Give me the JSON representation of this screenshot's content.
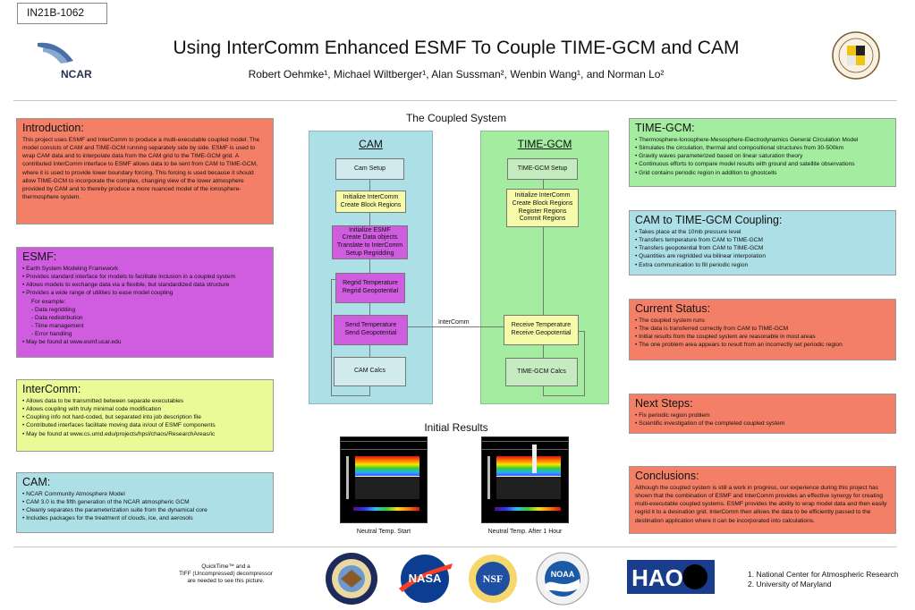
{
  "header": {
    "poster_id": "IN21B-1062",
    "ncar_logo_text": "NCAR",
    "title": "Using InterComm Enhanced ESMF To Couple TIME-GCM and CAM",
    "authors": "Robert Oehmke¹, Michael Wiltberger¹, Alan Sussman², Wenbin Wang¹, and  Norman Lo²"
  },
  "colors": {
    "salmon": "#f47f67",
    "magenta": "#d05ce0",
    "yellowgreen": "#eafa97",
    "lightblue": "#ade0e6",
    "green": "#a3eca0"
  },
  "introduction": {
    "title": "Introduction:",
    "body": "This project uses ESMF and InterComm to produce a multi-executable coupled model. The model consists of CAM and TIME-GCM running separately side by side. ESMF is used to wrap CAM data and to interpolate data from the CAM grid to the TIME-GCM grid. A contributed InterComm interface to ESMF allows data to be sent from CAM to TIME-GCM, where it is used to provide lower boundary forcing. This forcing is used because it should allow TIME-GCM to incorporate the complex, changing view of the lower atmosphere provided by CAM and to thereby produce a more nuanced model of the ionosphere-thermosphere system."
  },
  "esmf": {
    "title": "ESMF:",
    "items": [
      "Earth System Modeling Framework",
      "Provides standard interface for models to facilitate inclusion in a coupled system",
      "Allows models to exchange data via a flexible, but standardized data structure",
      "Provides a wide range of utilities to ease model coupling"
    ],
    "example_label": "For example:",
    "examples": [
      "- Data regridding",
      "- Data redistribution",
      "- Time management",
      "- Error handling"
    ],
    "last": "May be found at www.esmf.ucar.edu"
  },
  "intercomm": {
    "title": "InterComm:",
    "items": [
      "Allows data to be transmitted between separate executables",
      "Allows coupling with truly minimal code modification",
      "Coupling info not hard-coded, but separated into job description file",
      "Contributed interfaces facilitate moving data in/out of ESMF components",
      "May be found at www.cs.umd.edu/projects/hpsl/chaos/ResearchAreas/ic"
    ]
  },
  "cam": {
    "title": "CAM:",
    "items": [
      "NCAR Community Atmosphere Model",
      "CAM 3.0 is the fifth generation of the NCAR atmospheric GCM",
      "Cleanly separates the parameterization suite from the dynamical core",
      "Includes packages for the treatment of clouds, ice, and aerosols"
    ]
  },
  "coupled_system": {
    "title": "The Coupled System",
    "cam_header": "CAM",
    "gcm_header": "TIME-GCM",
    "cam_boxes": [
      {
        "lines": [
          "Cam Setup"
        ]
      },
      {
        "lines": [
          "Initialize InterComm",
          "Create Block Regions"
        ]
      },
      {
        "lines": [
          "Initialize ESMF",
          "Create Data objects",
          "Translate to InterComm",
          "Setup Regridding"
        ]
      },
      {
        "lines": [
          "Regrid Temperature",
          "Regrid Geopotential"
        ]
      },
      {
        "lines": [
          "Send Temperature",
          "Send Geopotential"
        ]
      },
      {
        "lines": [
          "CAM Calcs"
        ]
      }
    ],
    "gcm_boxes": [
      {
        "lines": [
          "TIME-GCM Setup"
        ]
      },
      {
        "lines": [
          "Initialize InterComm",
          "Create Block Regions",
          "Register Regions",
          "Commit Regions"
        ]
      },
      {
        "lines": [
          "Receive Temperature",
          "Receive Geopotential"
        ]
      },
      {
        "lines": [
          "TIME-GCM Calcs"
        ]
      }
    ],
    "link_label": "InterComm"
  },
  "results": {
    "title": "Initial Results",
    "caption_start": "Neutral Temp. Start",
    "caption_after": "Neutral Temp. After 1 Hour"
  },
  "timegcm": {
    "title": "TIME-GCM:",
    "items": [
      "Thermosphere-Ionosphere-Mesosphere-Electrodynamics General Circulation Model",
      "Simulates the circulation, thermal and compositional structures from 30-500km",
      "Gravity waves parameterized based on linear saturation theory",
      "Continuous efforts to compare model results with ground and satellite observations",
      "Grid contains periodic region in addition to ghostcells"
    ]
  },
  "coupling": {
    "title": "CAM to TIME-GCM Coupling:",
    "items": [
      "Takes place at the 10mb pressure level",
      "Transfers temperature from CAM to TIME-GCM",
      "Transfers geopotential from CAM to TIME-GCM",
      "Quantities are regridded via bilinear interpolation",
      "Extra communication to fill periodic region"
    ]
  },
  "status": {
    "title": "Current Status:",
    "items": [
      "The coupled system runs",
      "The data is transferred correctly from CAM to TIME-GCM",
      "Initial results from the coupled system are reasonable in most areas",
      "The one problem area appears to result from an incorrectly set periodic region"
    ]
  },
  "next_steps": {
    "title": "Next Steps:",
    "items": [
      "Fix periodic region problem",
      "Scientific investigation of the completed coupled system"
    ]
  },
  "conclusions": {
    "title": "Conclusions:",
    "body": "Although the coupled system is still a work in progress, our experience during this project has shown that the combination of ESMF and InterComm provides an effective synergy for creating multi-executable coupled systems. ESMF provides the ability to wrap model data and then easily regrid it to a desination grid. InterComm then allows the data to be efficiently passed to the destination application where it can be incorporated into calculations."
  },
  "footer": {
    "quicktime_lines": [
      "QuickTime™ and a",
      "TIFF (Uncompressed) decompressor",
      "are needed to see this picture."
    ],
    "nasa_text": "NASA",
    "nsf_text": "NSF",
    "noaa_text": "NOAA",
    "hao_text": "HAO",
    "affiliations": [
      "1. National Center for Atmospheric Research",
      "2. University of Maryland"
    ]
  }
}
